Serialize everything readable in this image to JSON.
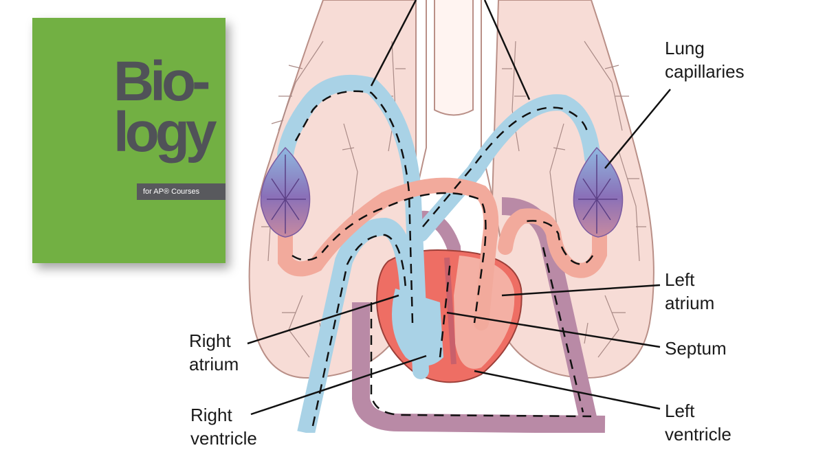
{
  "colors": {
    "book_green": "#72b043",
    "book_text": "#505258",
    "badge_bg": "#58595d",
    "badge_text": "#ffffff",
    "lung_fill": "#f7dcd6",
    "lung_stroke": "#b98f87",
    "deoxygenated_blue": "#a9d2e6",
    "oxygenated_pink": "#f2aa9c",
    "systemic_mauve": "#b98aa6",
    "heart_red": "#ee6e64",
    "capillary_purple": "#8a70b8",
    "arrow": "#111111"
  },
  "book_cover": {
    "title": "Bio-\nlogy",
    "badge": "for AP® Courses"
  },
  "labels": {
    "lung_capillaries": "Lung\ncapillaries",
    "left_atrium": "Left\natrium",
    "septum": "Septum",
    "left_ventricle": "Left\nventricle",
    "right_atrium": "Right\natrium",
    "right_ventricle": "Right\nventricle"
  }
}
